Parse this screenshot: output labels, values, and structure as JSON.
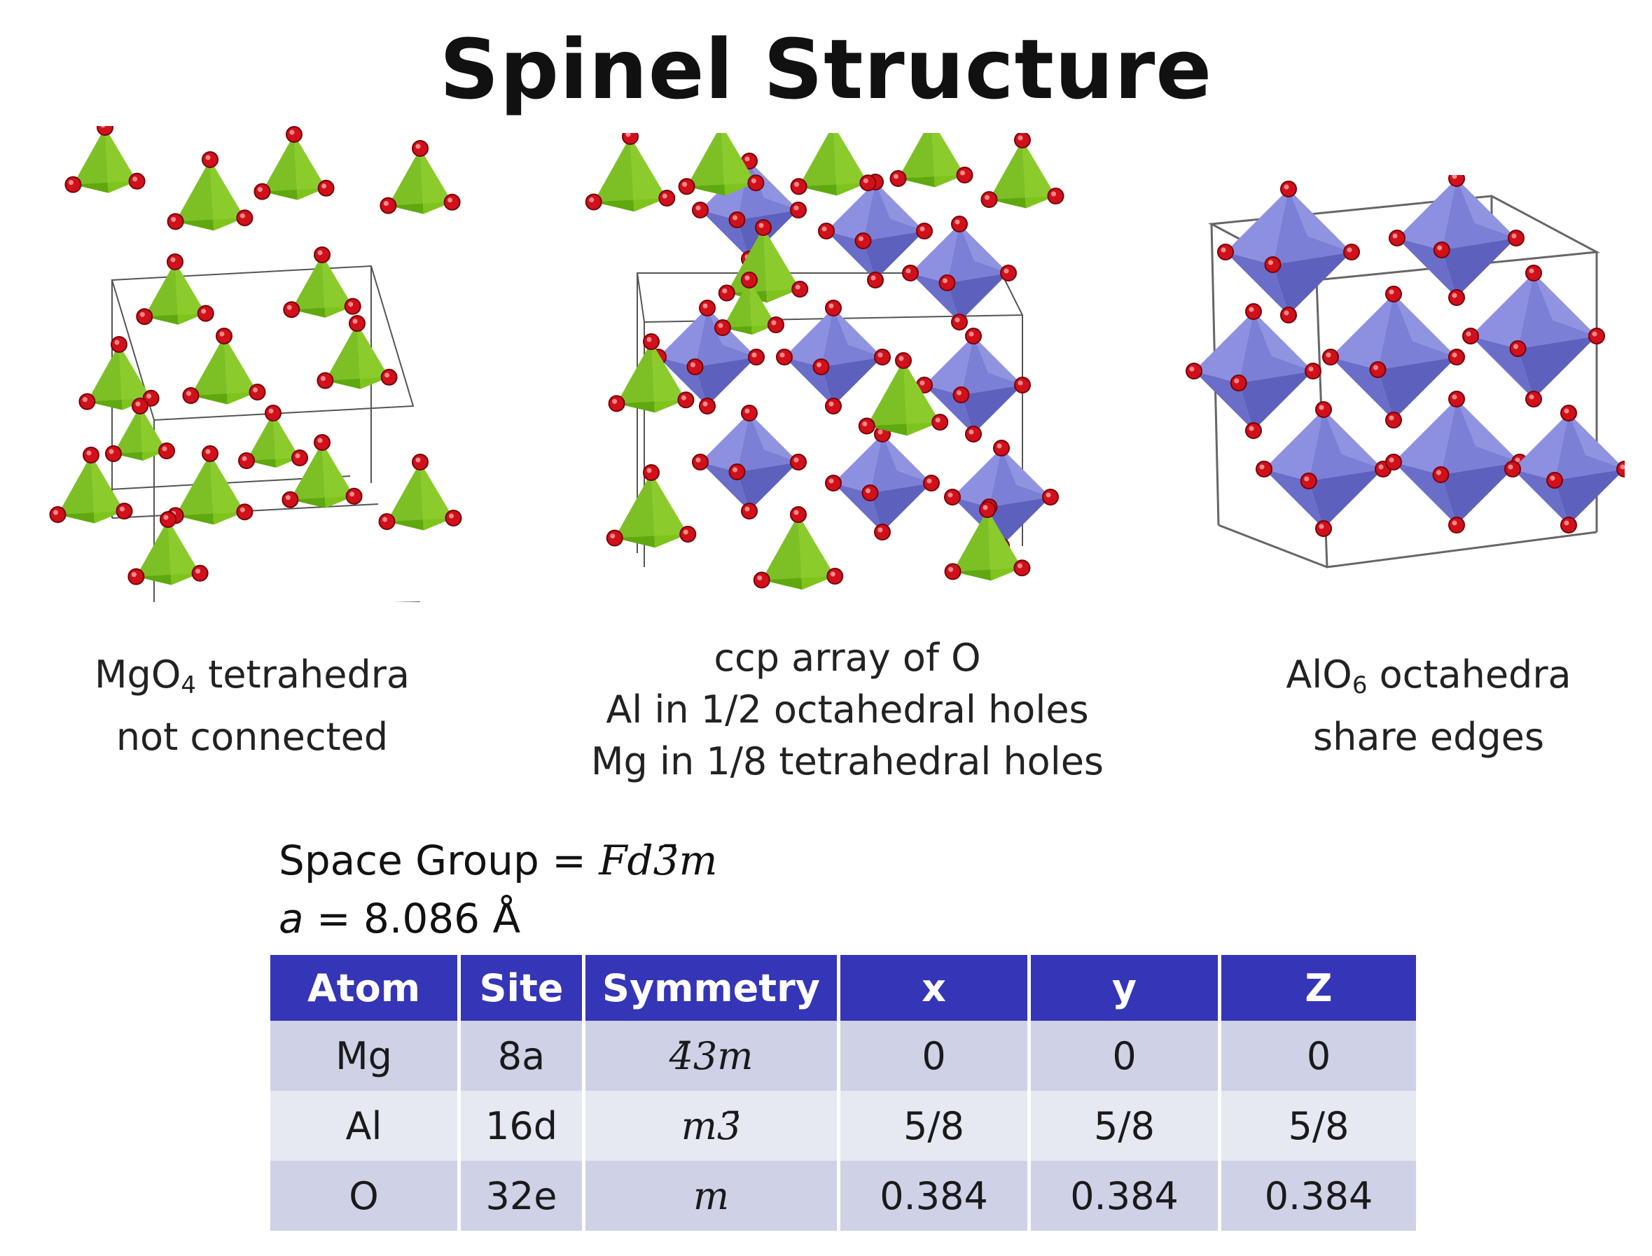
{
  "title": "Spinel Structure",
  "panels": [
    {
      "caption_line1_main": "MgO",
      "caption_line1_sub": "4",
      "caption_line1_rest": " tetrahedra",
      "caption_line2": "not connected",
      "polyhedra": "green-tetrahedra"
    },
    {
      "caption_line1": "ccp array of O",
      "caption_line2": "Al in 1/2 octahedral holes",
      "caption_line3": "Mg in 1/8 tetrahedral holes",
      "polyhedra": "green-tetrahedra-and-blue-octahedra"
    },
    {
      "caption_line1_main": "AlO",
      "caption_line1_sub": "6",
      "caption_line1_rest": " octahedra",
      "caption_line2": "share edges",
      "polyhedra": "blue-octahedra"
    }
  ],
  "space_group": {
    "label": "Space Group = ",
    "value": "Fd3̄m"
  },
  "lattice": {
    "symbol": "a",
    "rest": " = 8.086 Å"
  },
  "table": {
    "headers": [
      "Atom",
      "Site",
      "Symmetry",
      "x",
      "y",
      "Z"
    ],
    "rows": [
      [
        "Mg",
        "8a",
        "4̄3m",
        "0",
        "0",
        "0"
      ],
      [
        "Al",
        "16d",
        "m3̄",
        "5/8",
        "5/8",
        "5/8"
      ],
      [
        "O",
        "32e",
        "m",
        "0.384",
        "0.384",
        "0.384"
      ]
    ]
  },
  "colors": {
    "tetrahedron_green": "#7fc41c",
    "octahedron_blue": "#7b7fd6",
    "oxygen_red": "#d0101a",
    "header_blue": "#3535b8"
  }
}
